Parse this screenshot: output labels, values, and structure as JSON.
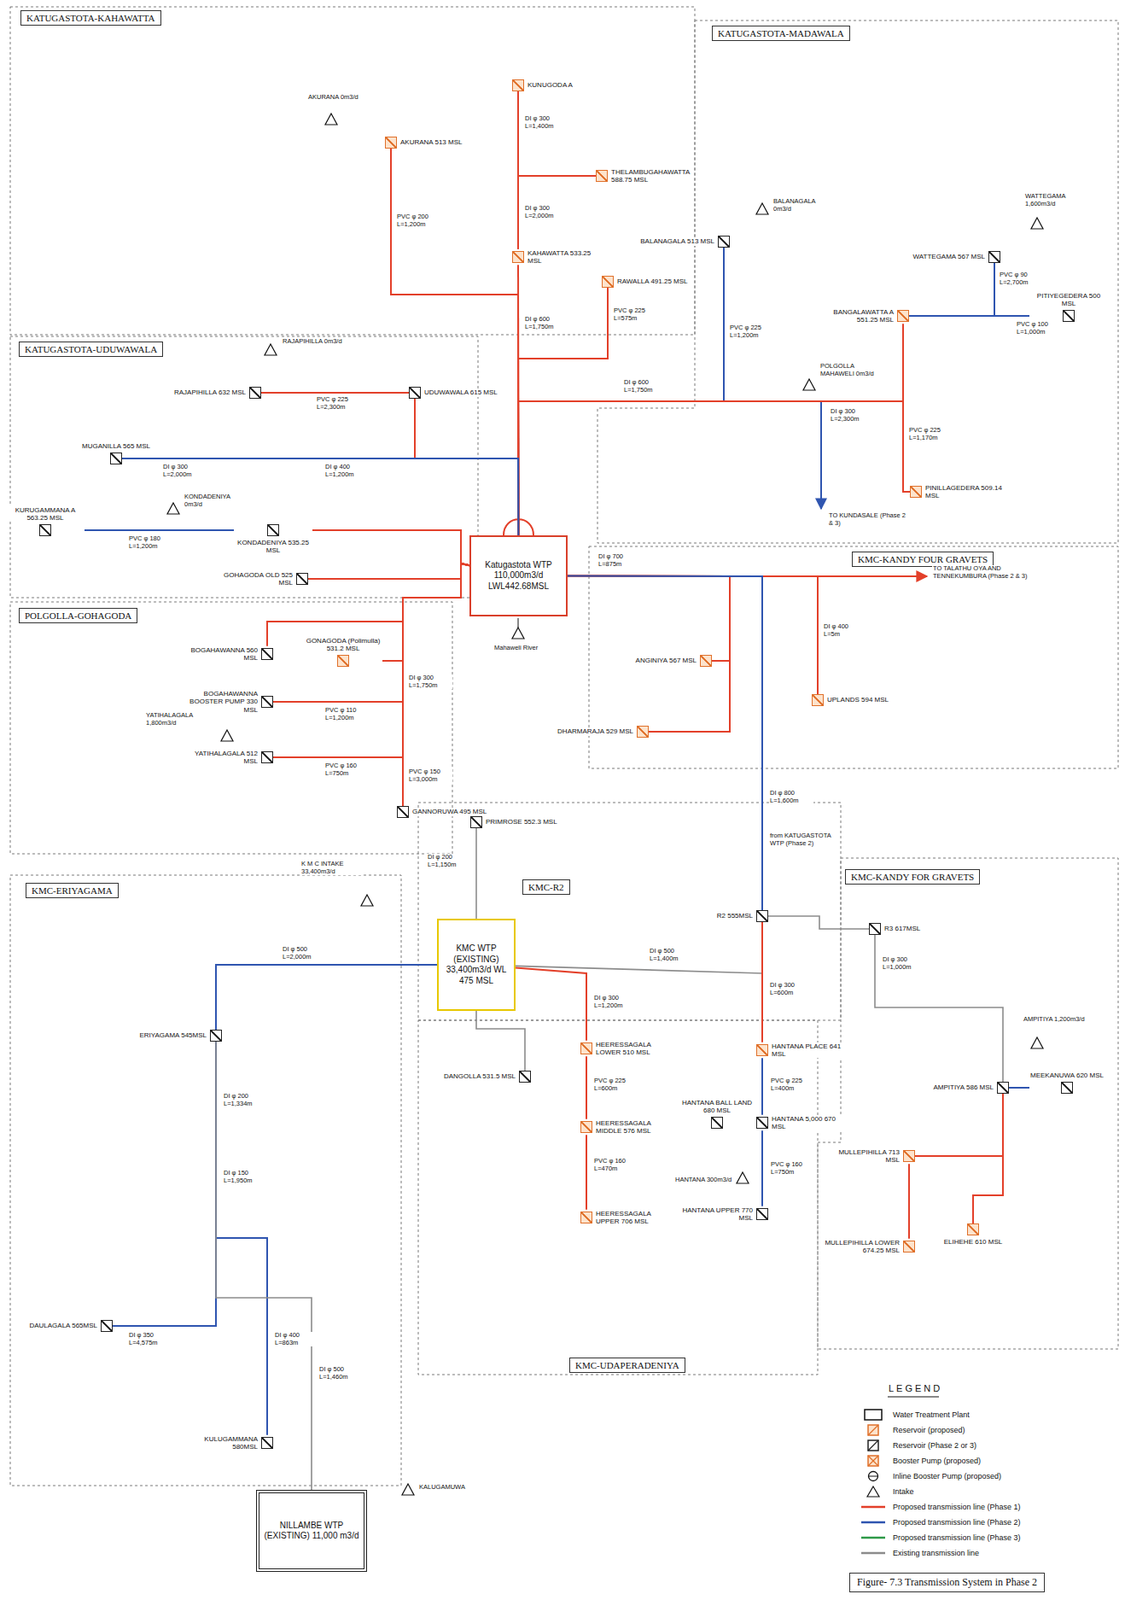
{
  "diagram": {
    "caption": "Figure- 7.3 Transmission System in Phase 2",
    "nodes": [
      {
        "text": [
          "KATUGASTOTA-KAHAWATTA"
        ]
      },
      {
        "text": [
          "KATUGASTOTA-MADAWALA"
        ]
      },
      {
        "text": [
          "KATUGASTOTA-UDUWAWALA"
        ]
      },
      {
        "text": [
          "POLGOLLA-GOHAGODA"
        ]
      },
      {
        "text": [
          "KMC-KANDY FOUR GRAVETS"
        ]
      },
      {
        "text": [
          "KMC-R2"
        ]
      },
      {
        "text": [
          "KMC-KANDY FOR GRAVETS"
        ]
      },
      {
        "text": [
          "KMC-ERIYAGAMA"
        ]
      },
      {
        "text": [
          "KMC-UDAPERADENIYA"
        ]
      },
      {
        "text": [
          "Katugastota WTP 110,000m3/d LWL442.68MSL"
        ]
      },
      {
        "text": [
          "KMC WTP (EXISTING) 33,400m3/d WL 475 MSL"
        ]
      },
      {
        "text": [
          "NILLAMBE WTP (EXISTING) 11,000 m3/d"
        ]
      },
      {
        "text": [
          "KUNUGODA A"
        ]
      },
      {
        "text": [
          "AKURANA 513 MSL"
        ]
      },
      {
        "text": [
          "THELAMBUGAHAWATTA 588.75 MSL"
        ]
      },
      {
        "text": [
          "KAHAWATTA 533.25 MSL"
        ]
      },
      {
        "text": [
          "RAWALLA 491.25 MSL"
        ]
      },
      {
        "text": [
          "BALANAGALA 513 MSL"
        ]
      },
      {
        "text": [
          "WATTEGAMA 567 MSL"
        ]
      },
      {
        "text": [
          "BANGALAWATTA A 551.25 MSL"
        ]
      },
      {
        "text": [
          "PITIYEGEDERA 500 MSL"
        ]
      },
      {
        "text": [
          "PINILLAGEDERA 509.14 MSL"
        ]
      },
      {
        "text": [
          "RAJAPIHILLA 632 MSL"
        ]
      },
      {
        "text": [
          "UDUWAWALA 615 MSL"
        ]
      },
      {
        "text": [
          "MUGANILLA 565 MSL"
        ]
      },
      {
        "text": [
          "KURUGAMMANA A 563.25 MSL"
        ]
      },
      {
        "text": [
          "KONDADENIYA 535.25 MSL"
        ]
      },
      {
        "text": [
          "GOHAGODA OLD 525 MSL"
        ]
      },
      {
        "text": [
          "BOGAHAWANNA 560 MSL"
        ]
      },
      {
        "text": [
          "GONAGODA (Polimulla) 531.2 MSL"
        ]
      },
      {
        "text": [
          "BOGAHAWANNA BOOSTER PUMP 330 MSL"
        ]
      },
      {
        "text": [
          "YATIHALAGALA 512 MSL"
        ]
      },
      {
        "text": [
          "GANNORUWA 495 MSL"
        ]
      },
      {
        "text": [
          "ANGINIYA 567 MSL"
        ]
      },
      {
        "text": [
          "UPLANDS 594 MSL"
        ]
      },
      {
        "text": [
          "DHARMARAJA 529 MSL"
        ]
      },
      {
        "text": [
          "PRIMROSE 552.3 MSL"
        ]
      },
      {
        "text": [
          "R2 555MSL"
        ]
      },
      {
        "text": [
          "R3 617MSL"
        ]
      },
      {
        "text": [
          "ERIYAGAMA 545MSL"
        ]
      },
      {
        "text": [
          "DANGOLLA 531.5 MSL"
        ]
      },
      {
        "text": [
          "HEERESSAGALA LOWER 510 MSL"
        ]
      },
      {
        "text": [
          "HANTANA PLACE 641 MSL"
        ]
      },
      {
        "text": [
          "AMPITIYA 586 MSL"
        ]
      },
      {
        "text": [
          "MEEKANUWA 620 MSL"
        ]
      },
      {
        "text": [
          "HANTANA BALL LAND 680 MSL"
        ]
      },
      {
        "text": [
          "HANTANA 5,000 670 MSL"
        ]
      },
      {
        "text": [
          "HEERESSAGALA MIDDLE 576 MSL"
        ]
      },
      {
        "text": [
          "MULLEPIHILLA 713 MSL"
        ]
      },
      {
        "text": [
          "ELIHEHE 610 MSL"
        ]
      },
      {
        "text": [
          "MULLEPIHILLA LOWER 674.25 MSL"
        ]
      },
      {
        "text": [
          "HEERESSAGALA UPPER 706 MSL"
        ]
      },
      {
        "text": [
          "HANTANA UPPER 770 MSL"
        ]
      },
      {
        "text": [
          "DAULAGALA 565MSL"
        ]
      },
      {
        "text": [
          "KULUGAMMANA 580MSL"
        ]
      }
    ],
    "edges": [
      {
        "from": 9,
        "to": 15,
        "arrow": "none"
      },
      {
        "from": 15,
        "to": 12,
        "arrow": "none"
      },
      {
        "from": 15,
        "to": 14,
        "arrow": "none"
      },
      {
        "from": 9,
        "to": 13,
        "arrow": "none"
      },
      {
        "from": 9,
        "to": 16,
        "arrow": "none"
      },
      {
        "from": 9,
        "to": 17,
        "arrow": "none"
      },
      {
        "from": 9,
        "to": 19,
        "arrow": "none"
      },
      {
        "from": 19,
        "to": 18,
        "arrow": "none"
      },
      {
        "from": 19,
        "to": 20,
        "arrow": "none"
      },
      {
        "from": 9,
        "to": 21,
        "arrow": "none"
      },
      {
        "from": 9,
        "to": 23,
        "arrow": "none"
      },
      {
        "from": 23,
        "to": 22,
        "arrow": "none"
      },
      {
        "from": 9,
        "to": 24,
        "arrow": "none"
      },
      {
        "from": 9,
        "to": 26,
        "arrow": "none"
      },
      {
        "from": 26,
        "to": 25,
        "arrow": "none"
      },
      {
        "from": 9,
        "to": 27,
        "arrow": "none"
      },
      {
        "from": 9,
        "to": 29,
        "arrow": "none"
      },
      {
        "from": 9,
        "to": 28,
        "arrow": "none"
      },
      {
        "from": 9,
        "to": 30,
        "arrow": "none"
      },
      {
        "from": 9,
        "to": 31,
        "arrow": "none"
      },
      {
        "from": 9,
        "to": 32,
        "arrow": "none"
      },
      {
        "from": 9,
        "to": 34,
        "arrow": "none"
      },
      {
        "from": 9,
        "to": 33,
        "arrow": "none"
      },
      {
        "from": 9,
        "to": 35,
        "arrow": "none"
      },
      {
        "from": 9,
        "to": 37,
        "arrow": "none"
      },
      {
        "from": 10,
        "to": 36,
        "arrow": "none"
      },
      {
        "from": 10,
        "to": 37,
        "arrow": "none"
      },
      {
        "from": 37,
        "to": 38,
        "arrow": "none"
      },
      {
        "from": 37,
        "to": 42,
        "arrow": "none"
      },
      {
        "from": 42,
        "to": 46,
        "arrow": "none"
      },
      {
        "from": 46,
        "to": 52,
        "arrow": "none"
      },
      {
        "from": 46,
        "to": 45,
        "arrow": "none"
      },
      {
        "from": 38,
        "to": 43,
        "arrow": "none"
      },
      {
        "from": 43,
        "to": 44,
        "arrow": "none"
      },
      {
        "from": 43,
        "to": 48,
        "arrow": "none"
      },
      {
        "from": 48,
        "to": 50,
        "arrow": "none"
      },
      {
        "from": 43,
        "to": 49,
        "arrow": "none"
      },
      {
        "from": 10,
        "to": 41,
        "arrow": "none"
      },
      {
        "from": 41,
        "to": 47,
        "arrow": "none"
      },
      {
        "from": 47,
        "to": 51,
        "arrow": "none"
      },
      {
        "from": 10,
        "to": 40,
        "arrow": "none"
      },
      {
        "from": 10,
        "to": 39,
        "arrow": "none"
      },
      {
        "from": 39,
        "to": 53,
        "arrow": "none"
      },
      {
        "from": 39,
        "to": 54,
        "arrow": "none"
      },
      {
        "from": 11,
        "to": 39,
        "arrow": "none"
      }
    ],
    "labels": [
      "LEGEND",
      "AKURANA 0m3/d",
      "BALANAGALA 0m3/d",
      "WATTEGAMA 1,600m3/d",
      "RAJAPIHILLA 0m3/d",
      "KONDADENIYA 0m3/d",
      "POLGOLLA MAHAWELI 0m3/d",
      "YATIHALAGALA 1,800m3/d",
      "Mahaweli River",
      "K M C INTAKE 33,400m3/d",
      "AMPITIYA 1,200m3/d",
      "HANTANA 300m3/d",
      "KALUGAMUWA",
      "TO KUNDASALE (Phase 2 & 3)",
      "TO TALATHU OYA AND TENNEKUMBURA (Phase 2 & 3)",
      "from KATUGASTOTA WTP (Phase 2)",
      "DI φ 300 L=1,400m",
      "DI φ 300 L=2,000m",
      "PVC φ 200 L=1,200m",
      "DI φ 600 L=1,750m",
      "PVC φ 225 L=575m",
      "DI φ 600 L=1,750m",
      "PVC φ 225 L=1,200m",
      "DI φ 300 L=2,300m",
      "PVC φ 225 L=1,170m",
      "PVC φ 90 L=2,700m",
      "PVC φ 100 L=1,000m",
      "PVC φ 225 L=2,300m",
      "DI φ 400 L=1,200m",
      "DI φ 300 L=2,000m",
      "PVC φ 180 L=1,200m",
      "DI φ 300 L=1,750m",
      "PVC φ 110 L=1,200m",
      "PVC φ 160 L=750m",
      "PVC φ 150 L=3,000m",
      "DI φ 700 L=875m",
      "DI φ 400 L=5m",
      "DI φ 800 L=1,600m",
      "DI φ 200 L=1,150m",
      "DI φ 500 L=2,000m",
      "DI φ 500 L=1,400m",
      "DI φ 300 L=1,200m",
      "PVC φ 225 L=600m",
      "PVC φ 160 L=470m",
      "DI φ 300 L=600m",
      "PVC φ 225 L=400m",
      "PVC φ 160 L=750m",
      "DI φ 300 L=1,000m",
      "DI φ 200 L=1,334m",
      "DI φ 150 L=1,950m",
      "DI φ 350 L=4,575m",
      "DI φ 400 L=863m",
      "DI φ 500 L=1,460m"
    ],
    "legend": [
      {
        "text": "Water Treatment Plant"
      },
      {
        "text": "Reservoir (proposed)"
      },
      {
        "text": "Reservoir (Phase 2 or 3)"
      },
      {
        "text": "Booster Pump (proposed)"
      },
      {
        "text": "Inline Booster Pump (proposed)"
      },
      {
        "text": "Intake"
      },
      {
        "text": "Proposed transmission line (Phase 1)"
      },
      {
        "text": "Proposed transmission line (Phase 2)"
      },
      {
        "text": "Proposed transmission line (Phase 3)"
      },
      {
        "text": "Existing transmission line"
      }
    ]
  }
}
